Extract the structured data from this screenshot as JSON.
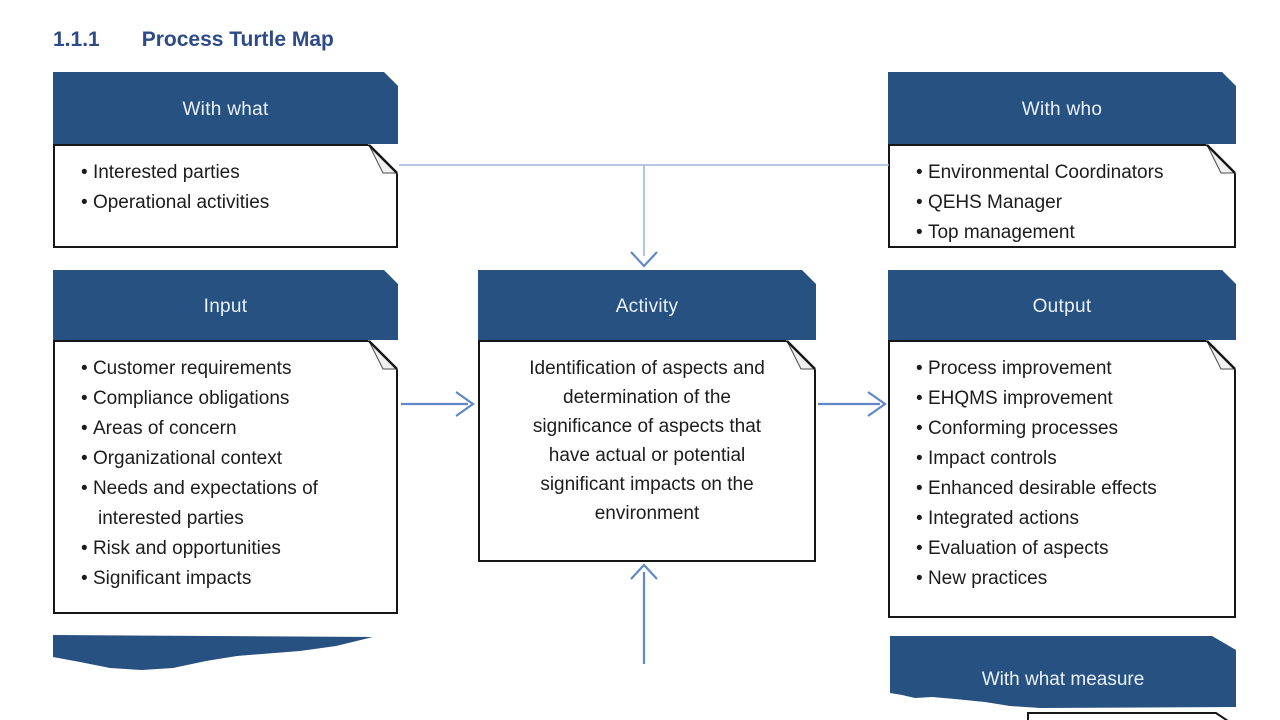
{
  "title": {
    "number": "1.1.1",
    "text": "Process Turtle Map"
  },
  "colors": {
    "header_blue": "#275180",
    "header_text": "#e9f1fb",
    "title_blue": "#2c4b88",
    "line_blue": "#9db5dd",
    "arrow_blue": "#5f88c7",
    "border_dark": "#161616",
    "text_dark": "#1c1c1c"
  },
  "boxes": {
    "with_what": {
      "header": "With what",
      "items": [
        "Interested parties",
        "Operational activities"
      ]
    },
    "with_who": {
      "header": "With who",
      "items": [
        "Environmental Coordinators",
        "QEHS Manager",
        "Top management"
      ]
    },
    "input": {
      "header": "Input",
      "items": [
        "Customer requirements",
        "Compliance obligations",
        "Areas of concern",
        "Organizational context",
        "Needs and expectations of interested parties",
        "Risk and opportunities",
        "Significant impacts"
      ]
    },
    "activity": {
      "header": "Activity",
      "lines": [
        "Identification of aspects and",
        "determination of the",
        "significance of aspects that",
        "have actual or potential",
        "significant impacts on the",
        "environment"
      ]
    },
    "output": {
      "header": "Output",
      "items": [
        "Process improvement",
        "EHQMS improvement",
        "Conforming processes",
        "Impact controls",
        "Enhanced desirable effects",
        "Integrated actions",
        "Evaluation of aspects",
        "New practices"
      ]
    },
    "with_what_measure": {
      "header": "With what measure"
    }
  }
}
